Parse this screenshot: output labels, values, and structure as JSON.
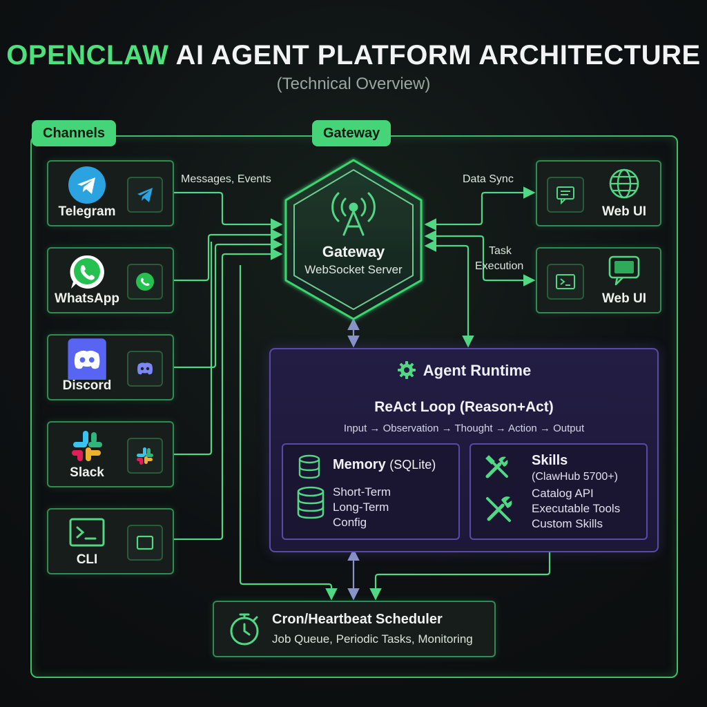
{
  "header": {
    "title_accent": "OPENCLAW",
    "title_rest": " AI AGENT PLATFORM ARCHITECTURE",
    "subtitle": "(Technical Overview)"
  },
  "tags": {
    "channels": "Channels",
    "gateway": "Gateway"
  },
  "channels": [
    {
      "label": "Telegram",
      "icon": "telegram-icon"
    },
    {
      "label": "WhatsApp",
      "icon": "whatsapp-icon"
    },
    {
      "label": "Discord",
      "icon": "discord-icon"
    },
    {
      "label": "Slack",
      "icon": "slack-icon"
    },
    {
      "label": "CLI",
      "icon": "terminal-icon"
    }
  ],
  "edge_labels": {
    "messages": "Messages, Events",
    "data_sync": "Data Sync",
    "task_1": "Task",
    "task_2": "Execution"
  },
  "gateway": {
    "title": "Gateway",
    "subtitle": "WebSocket Server",
    "icon": "antenna-icon"
  },
  "web_uis": [
    {
      "label": "Web UI",
      "icon": "globe-icon",
      "mini_icon": "message-icon"
    },
    {
      "label": "Web UI",
      "icon": "chat-bubble-icon",
      "mini_icon": "terminal-icon"
    }
  ],
  "runtime": {
    "title": "Agent Runtime",
    "loop": "ReAct Loop (Reason+Act)",
    "flow": "Input → Observation → Thought → Action → Output",
    "memory": {
      "title": "Memory",
      "title_suffix": "(SQLite)",
      "items": [
        "Short-Term",
        "Long-Term",
        "Config"
      ]
    },
    "skills": {
      "title": "Skills",
      "subtitle": "(ClawHub 5700+)",
      "items": [
        "Catalog API",
        "Executable Tools",
        "Custom Skills"
      ]
    }
  },
  "scheduler": {
    "title": "Cron/Heartbeat Scheduler",
    "desc": "Job Queue, Periodic Tasks, Monitoring"
  },
  "colors": {
    "accent_green": "#45d477",
    "runtime_purple": "#5a4aa8",
    "background": "#0f1214"
  }
}
